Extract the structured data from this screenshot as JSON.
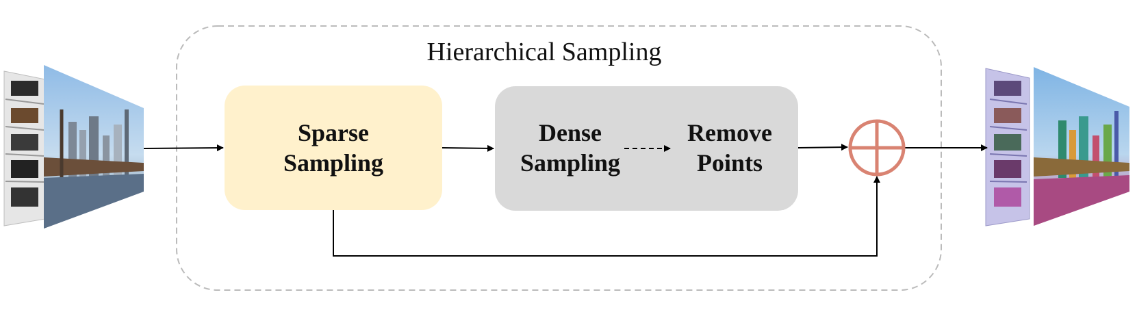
{
  "group": {
    "title": "Hierarchical Sampling"
  },
  "nodes": {
    "sparse": {
      "line1": "Sparse",
      "line2": "Sampling"
    },
    "dense": {
      "line1": "Dense",
      "line2": "Sampling"
    },
    "remove": {
      "line1": "Remove",
      "line2": "Points"
    }
  },
  "colors": {
    "sparse_fill": "#fff1cc",
    "dense_fill": "#d9d9d9",
    "combine_stroke": "#d98372",
    "arrow": "#000000",
    "group_border": "#bbbbbb"
  },
  "icons": {
    "input": "input-images-icon",
    "output": "segmented-output-images-icon",
    "combine": "circle-plus-icon"
  }
}
